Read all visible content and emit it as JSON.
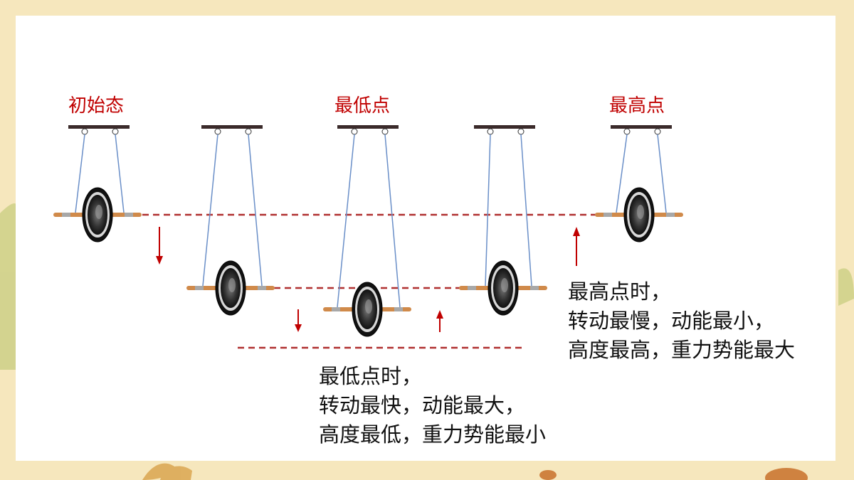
{
  "labels": {
    "initial": "初始态",
    "lowest": "最低点",
    "highest": "最高点"
  },
  "lowest_desc": {
    "line1": "最低点时，",
    "line2": "转动最快，动能最大，",
    "line3": "高度最低，重力势能最小"
  },
  "highest_desc": {
    "line1": "最高点时，",
    "line2": "转动最慢，动能最小，",
    "line3": "高度最高，重力势能最大"
  },
  "colors": {
    "accent_red": "#c00000",
    "dashed_line": "#b03030",
    "string": "#6a8fc8",
    "axle": "#d08a4a",
    "wheel": "#2a2a2a",
    "background": "#f6e7bd"
  }
}
